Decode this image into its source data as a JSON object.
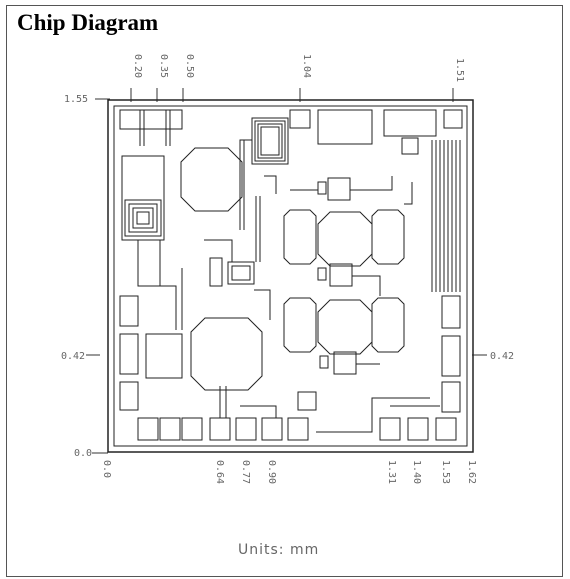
{
  "title": "Chip Diagram",
  "units_label": "Units: mm",
  "y_labels": {
    "top": "1.55",
    "mid_left": "0.42",
    "mid_right": "0.42",
    "bottom": "0.0"
  },
  "top_pad_labels": [
    "0.20",
    "0.35",
    "0.50",
    "1.04",
    "1.51"
  ],
  "bottom_pad_labels": [
    "0.0",
    "0.64",
    "0.77",
    "0.90",
    "1.31",
    "1.40",
    "1.53",
    "1.62"
  ],
  "colors": {
    "line": "#222222",
    "text": "#666666"
  }
}
